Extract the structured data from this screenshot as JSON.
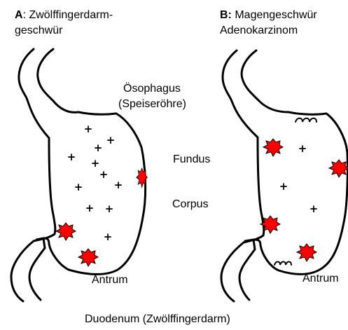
{
  "panel_a": {
    "letter": "A",
    "title_rest": ": Zwölffingerdarm-",
    "title_line2": "geschwür"
  },
  "panel_b": {
    "letter": "B:",
    "title_rest": " Magengeschwür",
    "title_line2": "Adenokarzinom"
  },
  "labels": {
    "esophagus": "Ösophagus",
    "esophagus_alt": "(Speiseröhre)",
    "fundus": "Fundus",
    "corpus": "Corpus",
    "antrum_a": "Antrum",
    "antrum_b": "Antrum",
    "duodenum": "Duodenum (Zwölffingerdarm)"
  },
  "colors": {
    "outline": "#000000",
    "lesion_fill": "#ff0000"
  }
}
